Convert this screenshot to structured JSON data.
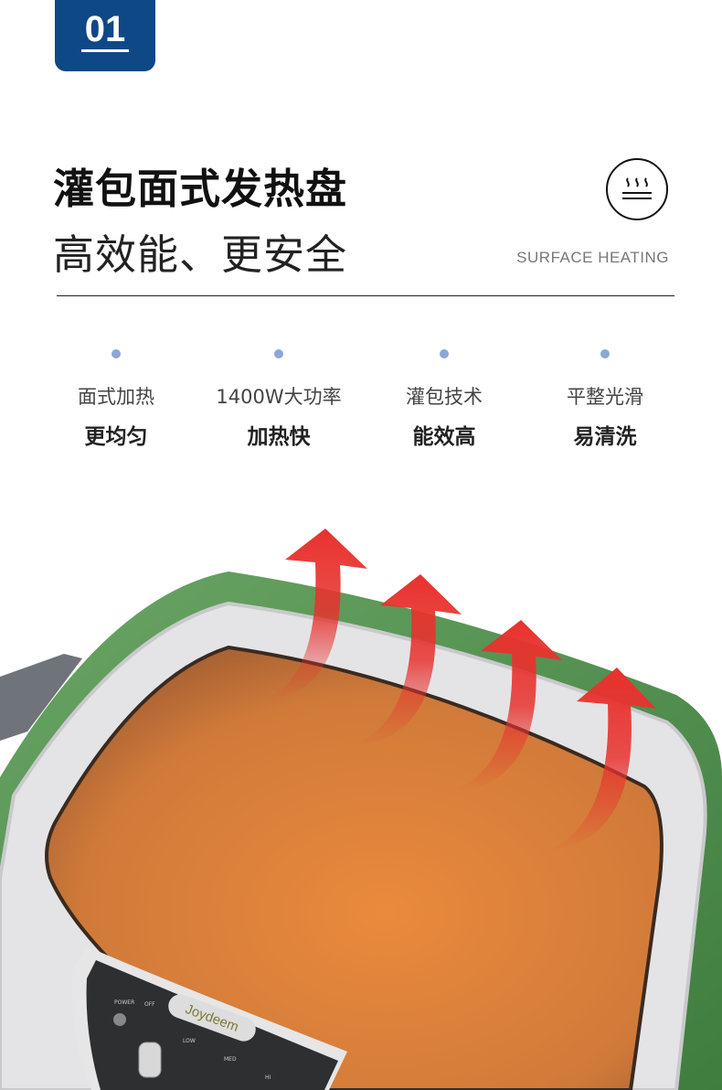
{
  "badge": {
    "number": "01"
  },
  "header": {
    "title": "灌包面式发热盘",
    "subtitle": "高效能、更安全",
    "icon": "surface-heating-icon",
    "english_label": "SURFACE HEATING"
  },
  "features": [
    {
      "label": "面式加热",
      "highlight": "更均匀"
    },
    {
      "label": "1400W大功率",
      "highlight": "加热快"
    },
    {
      "label": "灌包技术",
      "highlight": "能效高"
    },
    {
      "label": "平整光滑",
      "highlight": "易清洗"
    }
  ],
  "product": {
    "brand": "Joydeem",
    "controls": [
      "POWER",
      "OFF",
      "LOW",
      "MED",
      "HI"
    ]
  },
  "colors": {
    "badge": "#0f4886",
    "dot": "#8ea6d8",
    "green": "#4f8f4c",
    "plate": "#d9823e",
    "arrow": "#e8322e"
  }
}
